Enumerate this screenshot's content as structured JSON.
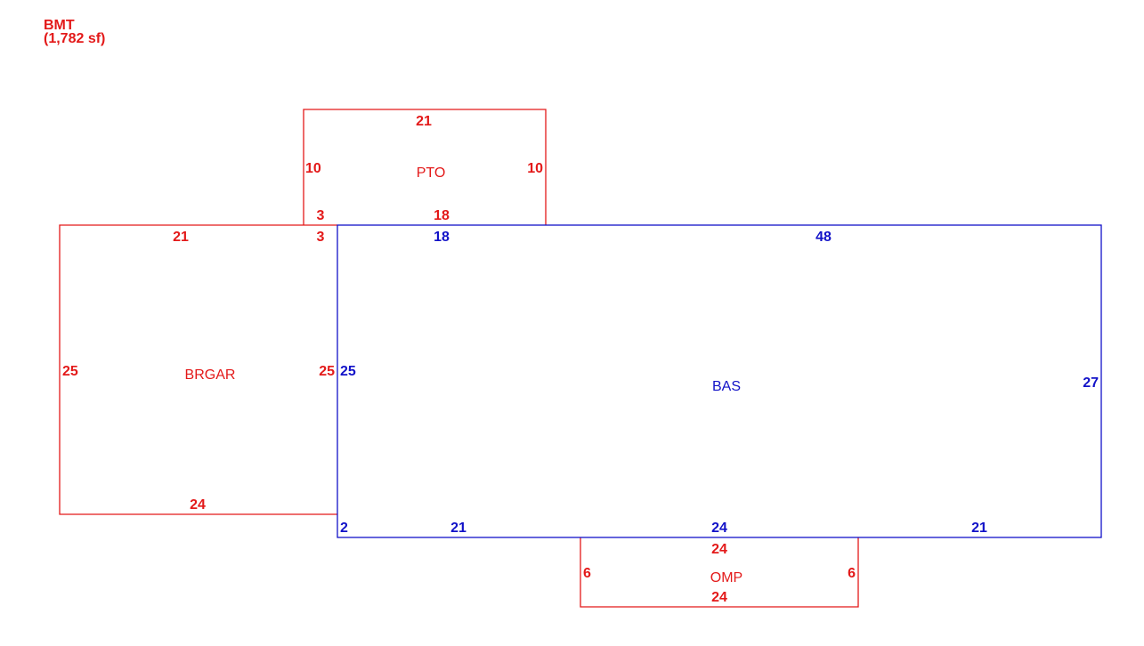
{
  "header": {
    "title": "BMT",
    "area": "(1,782 sf)"
  },
  "colors": {
    "addition": "#e31919",
    "base": "#1212c8"
  },
  "areas": {
    "pto": {
      "label": "PTO",
      "dims": {
        "top": "21",
        "left": "10",
        "right": "10",
        "bottom_left": "3",
        "bottom_right": "18"
      }
    },
    "brgar": {
      "label": "BRGAR",
      "dims": {
        "top": "21",
        "top_right": "3",
        "left": "25",
        "right": "25",
        "bottom": "24"
      }
    },
    "bas": {
      "label": "BAS",
      "dims": {
        "top_left": "18",
        "top_right": "48",
        "left": "25",
        "right": "27",
        "bottom_left_step": "2",
        "bottom_left": "21",
        "bottom_mid": "24",
        "bottom_right": "21"
      }
    },
    "omp": {
      "label": "OMP",
      "dims": {
        "top": "24",
        "left": "6",
        "right": "6",
        "bottom": "24"
      }
    }
  }
}
